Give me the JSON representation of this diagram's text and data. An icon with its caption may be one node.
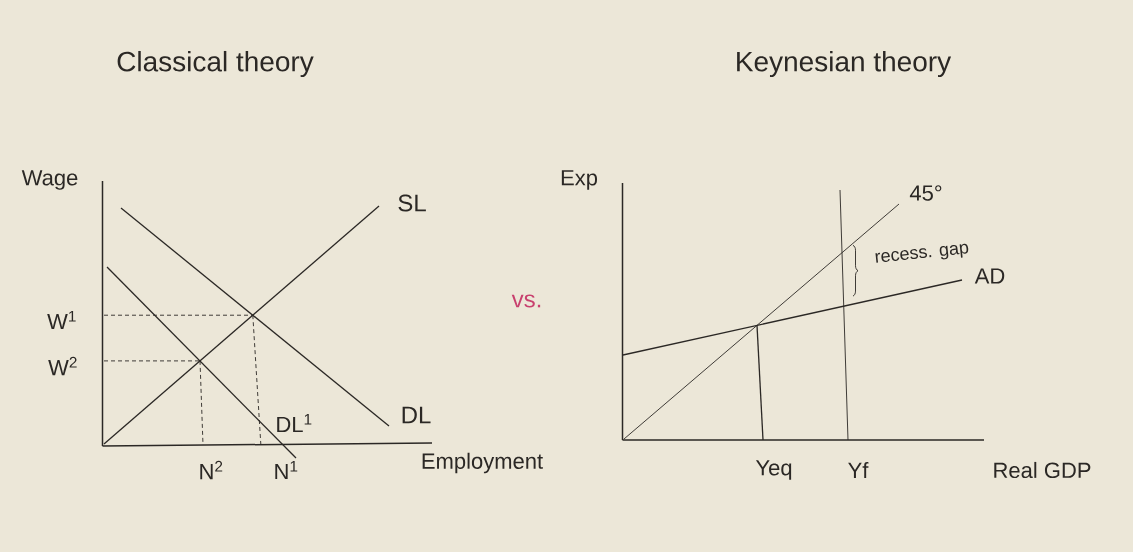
{
  "diagram": {
    "labels": [
      "Classical theory",
      "Keynesian theory",
      "Wage",
      "SL",
      "W$^{1}$",
      "W$^{2}$",
      "DL$^{1}$",
      "DL",
      "N$^{2}$",
      "N$^{1}$",
      "Employment",
      "vs.",
      "Exp",
      "45°",
      "recess. gap",
      "AD",
      "Yeq",
      "Yf",
      "Real GDP"
    ]
  }
}
